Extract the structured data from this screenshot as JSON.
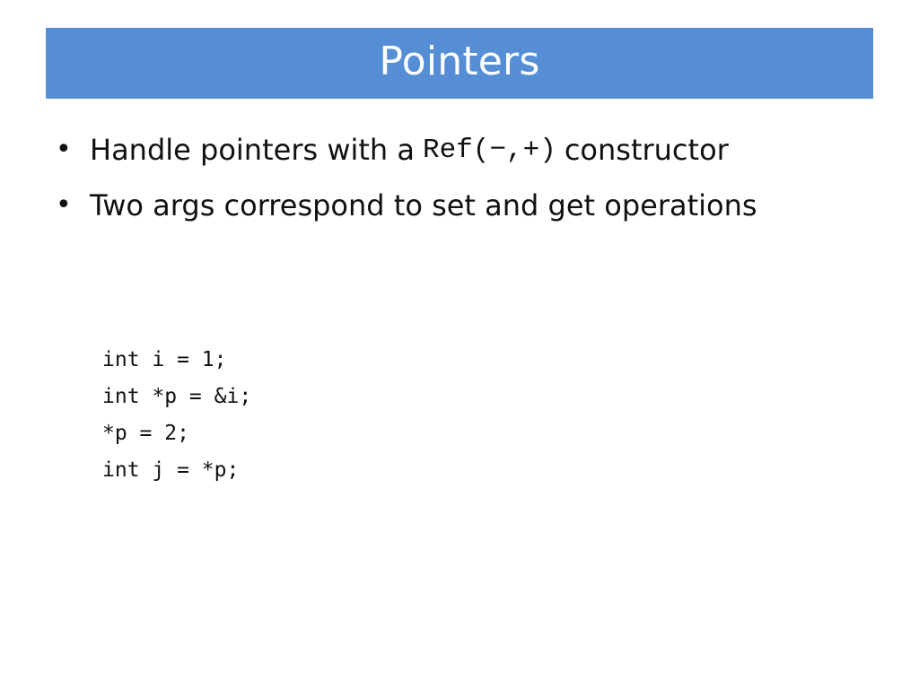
{
  "slide": {
    "title": "Pointers",
    "bullets": [
      {
        "before": "Handle pointers with a",
        "code": "Ref(−,+)",
        "after": "constructor"
      },
      {
        "text": "Two args correspond to set and get operations"
      }
    ],
    "code_lines": [
      "int i = 1;",
      "int *p = &i;",
      "*p = 2;",
      "int j = *p;"
    ]
  },
  "colors": {
    "title_bar": "#558ED5",
    "title_text": "#FFFFFF",
    "body_text": "#111111"
  }
}
